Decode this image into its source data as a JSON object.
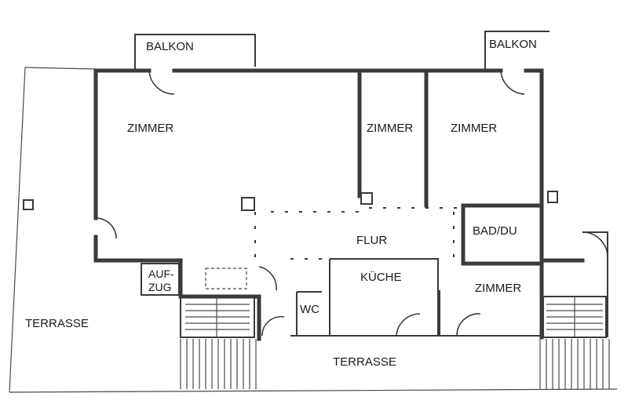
{
  "rooms": {
    "balkon_left": "BALKON",
    "balkon_right": "BALKON",
    "zimmer_large": "ZIMMER",
    "zimmer_mid": "ZIMMER",
    "zimmer_right": "ZIMMER",
    "flur": "FLUR",
    "bad_du": "BAD/DU",
    "aufzug_line1": "AUF-",
    "aufzug_line2": "ZUG",
    "kueche": "KÜCHE",
    "zimmer_small": "ZIMMER",
    "wc": "WC",
    "terrasse_left": "TERRASSE",
    "terrasse_bottom": "TERRASSE"
  }
}
